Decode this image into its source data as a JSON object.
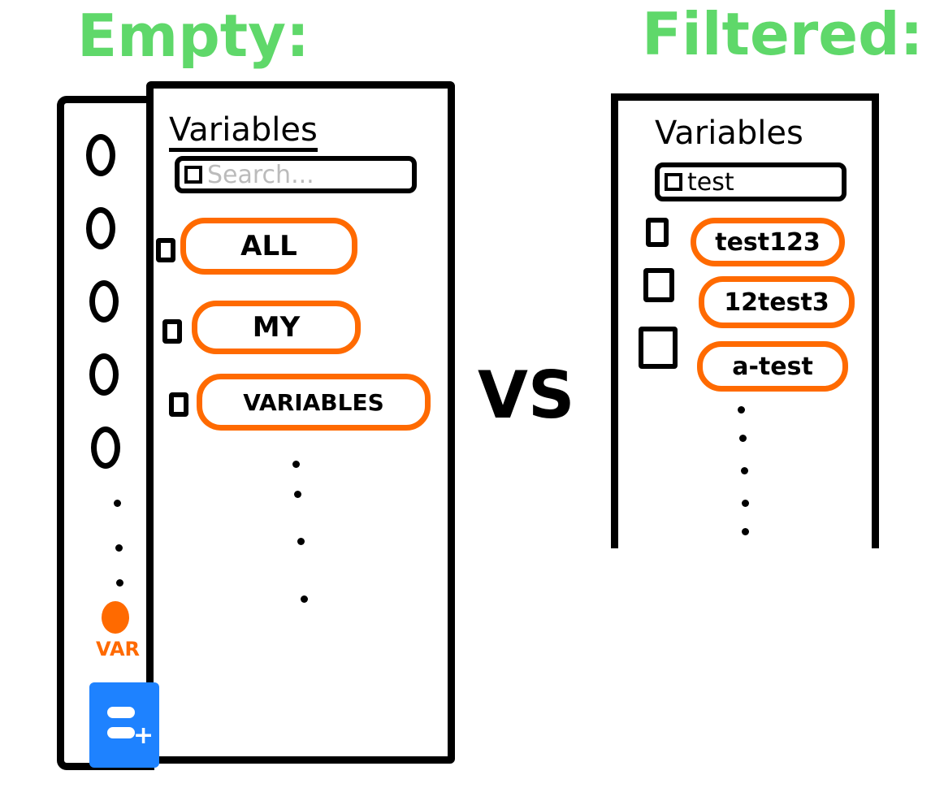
{
  "empty": {
    "heading": "Empty:",
    "panel_title": "Variables",
    "search_placeholder": "Search...",
    "items": [
      "ALL",
      "MY",
      "VARIABLES"
    ],
    "var_label": "VAR"
  },
  "separator": "VS",
  "filtered": {
    "heading": "Filtered:",
    "panel_title": "Variables",
    "search_value": "test",
    "items": [
      "test123",
      "12test3",
      "a-test"
    ]
  },
  "colors": {
    "heading": "#5fd86a",
    "highlight": "#ff6a00",
    "action": "#1e82ff"
  }
}
